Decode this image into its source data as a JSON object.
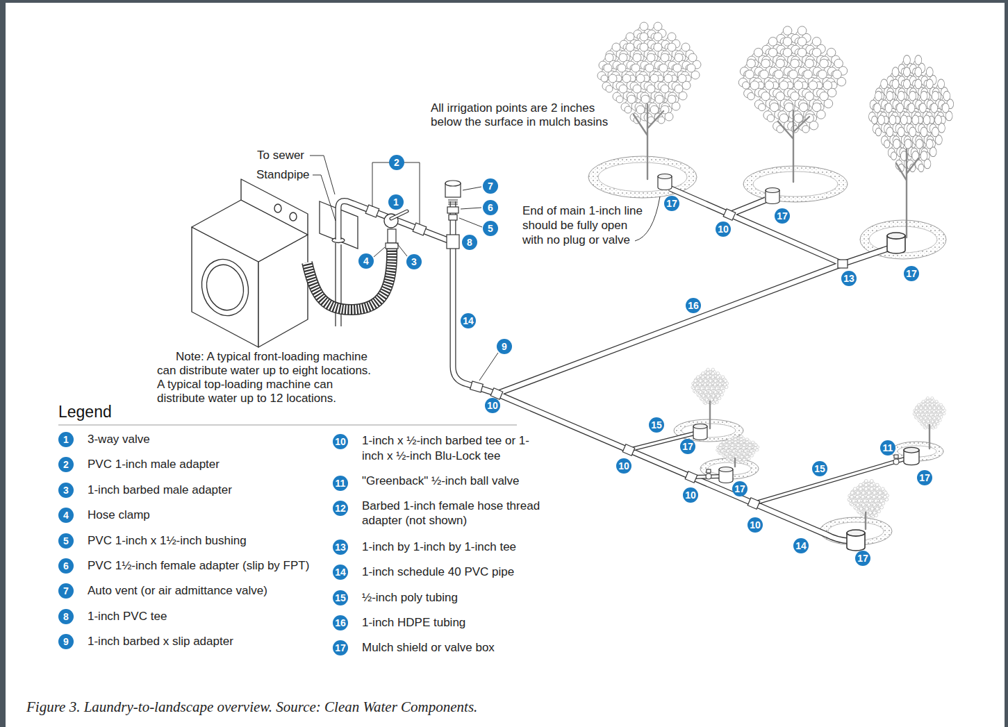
{
  "diagram": {
    "caption": "Figure 3. Laundry-to-landscape overview. Source: Clean Water Components.",
    "nodes": [
      {
        "text": [
          "2"
        ]
      },
      {
        "text": [
          "1"
        ]
      },
      {
        "text": [
          "7"
        ]
      },
      {
        "text": [
          "6"
        ]
      },
      {
        "text": [
          "17"
        ]
      },
      {
        "text": [
          "17"
        ]
      },
      {
        "text": [
          "10"
        ]
      },
      {
        "text": [
          "5"
        ]
      },
      {
        "text": [
          "8"
        ]
      },
      {
        "text": [
          "4"
        ]
      },
      {
        "text": [
          "3"
        ]
      },
      {
        "text": [
          "17"
        ]
      },
      {
        "text": [
          "13"
        ]
      },
      {
        "text": [
          "16"
        ]
      },
      {
        "text": [
          "14"
        ]
      },
      {
        "text": [
          "9"
        ]
      },
      {
        "text": [
          "10"
        ]
      },
      {
        "text": [
          "15"
        ]
      },
      {
        "text": [
          "17"
        ]
      },
      {
        "text": [
          "11"
        ]
      },
      {
        "text": [
          "10"
        ]
      },
      {
        "text": [
          "15"
        ]
      },
      {
        "text": [
          "17"
        ]
      },
      {
        "text": [
          "17"
        ]
      },
      {
        "text": [
          "10"
        ]
      },
      {
        "text": [
          "10"
        ]
      },
      {
        "text": [
          "14"
        ]
      },
      {
        "text": [
          "17"
        ]
      },
      {
        "text": [
          "1"
        ]
      },
      {
        "text": [
          "2"
        ]
      },
      {
        "text": [
          "3"
        ]
      },
      {
        "text": [
          "4"
        ]
      },
      {
        "text": [
          "5"
        ]
      },
      {
        "text": [
          "6"
        ]
      },
      {
        "text": [
          "7"
        ]
      },
      {
        "text": [
          "8"
        ]
      },
      {
        "text": [
          "9"
        ]
      },
      {
        "text": [
          "10"
        ]
      },
      {
        "text": [
          "11"
        ]
      },
      {
        "text": [
          "12"
        ]
      },
      {
        "text": [
          "13"
        ]
      },
      {
        "text": [
          "14"
        ]
      },
      {
        "text": [
          "15"
        ]
      },
      {
        "text": [
          "16"
        ]
      },
      {
        "text": [
          "17"
        ]
      }
    ],
    "labels": [
      "To sewer",
      "Standpipe",
      "All irrigation points are 2 inches below the surface in mulch basins",
      "End of main 1-inch line should be fully open with no plug or valve",
      "Note: A typical front-loading machine can distribute water up to eight locations. A typical top-loading machine can distribute water up to 12 locations.",
      "Legend"
    ],
    "legend": [
      {
        "text": "3-way valve"
      },
      {
        "text": "PVC 1-inch male adapter"
      },
      {
        "text": "1-inch barbed male adapter"
      },
      {
        "text": "Hose clamp"
      },
      {
        "text": "PVC 1-inch x 1½-inch bushing"
      },
      {
        "text": "PVC 1½-inch female adapter (slip by FPT)"
      },
      {
        "text": "Auto vent (or air admittance valve)"
      },
      {
        "text": "1-inch PVC tee"
      },
      {
        "text": "1-inch barbed x slip adapter"
      },
      {
        "text": "1-inch x ½-inch barbed tee or 1-inch x ½-inch Blu-Lock tee"
      },
      {
        "text": "\"Greenback\" ½-inch ball valve"
      },
      {
        "text": "Barbed 1-inch female hose thread adapter (not shown)"
      },
      {
        "text": "1-inch by 1-inch by 1-inch tee"
      },
      {
        "text": "1-inch schedule 40 PVC pipe"
      },
      {
        "text": "½-inch poly tubing"
      },
      {
        "text": "1-inch HDPE tubing"
      },
      {
        "text": "Mulch shield or valve box"
      }
    ]
  }
}
